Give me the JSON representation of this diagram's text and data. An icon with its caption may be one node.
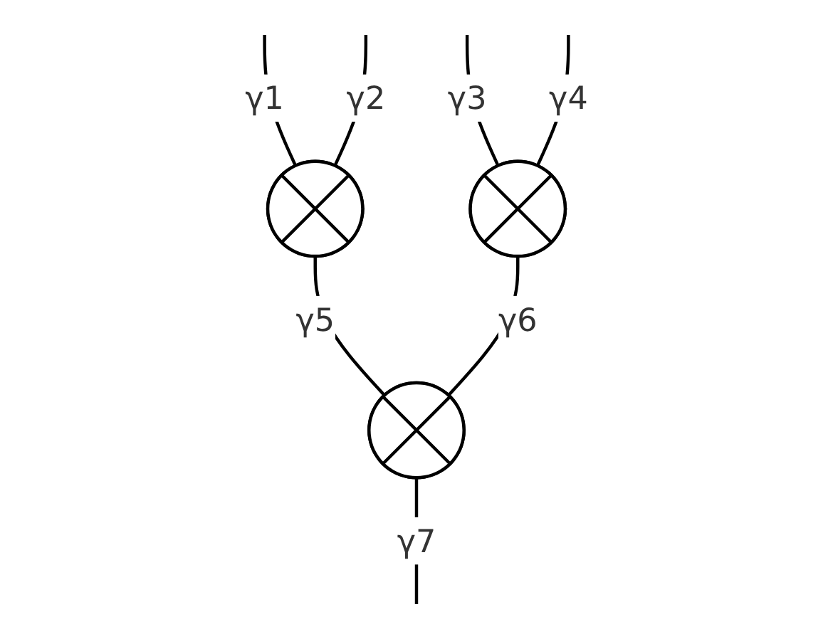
{
  "diagram": {
    "nodes": [
      {
        "text": [],
        "shape": "circle"
      },
      {
        "text": [],
        "shape": "circle"
      },
      {
        "text": [],
        "shape": "circle"
      }
    ],
    "edges": [
      {
        "from": null,
        "to": 0,
        "arrow": "none",
        "label": "γ1"
      },
      {
        "from": null,
        "to": 0,
        "arrow": "none",
        "label": "γ2"
      },
      {
        "from": null,
        "to": 1,
        "arrow": "none",
        "label": "γ3"
      },
      {
        "from": null,
        "to": 1,
        "arrow": "none",
        "label": "γ4"
      },
      {
        "from": 0,
        "to": 2,
        "arrow": "none",
        "label": "γ5"
      },
      {
        "from": 1,
        "to": 2,
        "arrow": "none",
        "label": "γ6"
      },
      {
        "from": 2,
        "to": null,
        "arrow": "none",
        "label": "γ7"
      }
    ]
  }
}
